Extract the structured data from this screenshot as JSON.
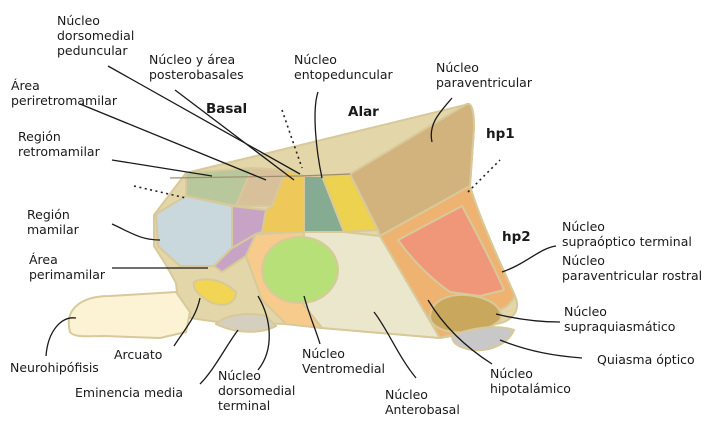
{
  "labels": {
    "dorsomedial_peduncular": [
      "Núcleo",
      "dorsomedial",
      "peduncular"
    ],
    "posterobasales": [
      "Núcleo y área",
      "posterobasales"
    ],
    "entopeduncular": [
      "Núcleo",
      "entopeduncular"
    ],
    "paraventricular": [
      "Núcleo",
      "paraventricular"
    ],
    "periretromamilar": [
      "Área",
      "periretromamilar"
    ],
    "retromamilar": [
      "Región",
      "retromamilar"
    ],
    "mamilar": [
      "Región",
      "mamilar"
    ],
    "perimamilar": [
      "Área",
      "perimamilar"
    ],
    "neurohipofisis": [
      "Neurohipófisis"
    ],
    "arcuato": [
      "Arcuato"
    ],
    "eminencia": [
      "Eminencia media"
    ],
    "dorsomedial_terminal": [
      "Núcleo",
      "dorsomedial",
      "terminal"
    ],
    "ventromedial": [
      "Núcleo",
      "Ventromedial"
    ],
    "anterobasal": [
      "Núcleo",
      "Anterobasal"
    ],
    "hipotalamico": [
      "Núcleo",
      "hipotalámico"
    ],
    "quiasma": [
      "Quiasma óptico"
    ],
    "supraquiasmatico": [
      "Núcleo",
      "supraquiasmático"
    ],
    "supraoptico": [
      "Núcleo",
      "supraóptico terminal"
    ],
    "paraventricular_rostral": [
      "Núcleo",
      "paraventricular rostral"
    ]
  },
  "headings": {
    "basal": "Basal",
    "alar": "Alar",
    "hp1": "hp1",
    "hp2": "hp2"
  },
  "colors": {
    "outline": "#e3d6a8",
    "mamillary": "#c9d8dc",
    "perimamillary_purple": "#c7a3c6",
    "retromamillary_green": "#b9c79d",
    "periretromamillary_tan": "#d7c09a",
    "posterobasal_yellow": "#efc85a",
    "entopeduncular_teal": "#86ab93",
    "entopeduncular_yellow": "#ecd24e",
    "paraventricular_brown": "#d2b37e",
    "supraoptic_salmon": "#f0977a",
    "hypothalamic_orange": "#eeb370",
    "suprachiasmatic_olive": "#c9a85d",
    "chiasm_grey": "#c8c8c8",
    "ventromedial_green": "#b8e078",
    "dorsomedial_peach": "#f6cb8c",
    "anterobasal_cream": "#eae7cc",
    "arcuate_yellow": "#f2d552",
    "median_eminence": "#d5cfc0",
    "neurohypophysis": "#fbf3d3"
  }
}
